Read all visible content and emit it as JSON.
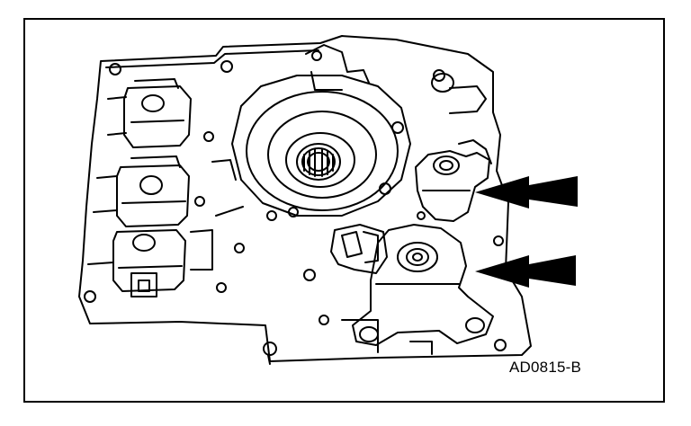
{
  "figure": {
    "code": "AD0815-B"
  },
  "callouts": [
    {
      "id": "arrow-upper",
      "direction": "left"
    },
    {
      "id": "arrow-lower",
      "direction": "left"
    }
  ],
  "colors": {
    "line": "#000000",
    "background": "#ffffff"
  }
}
